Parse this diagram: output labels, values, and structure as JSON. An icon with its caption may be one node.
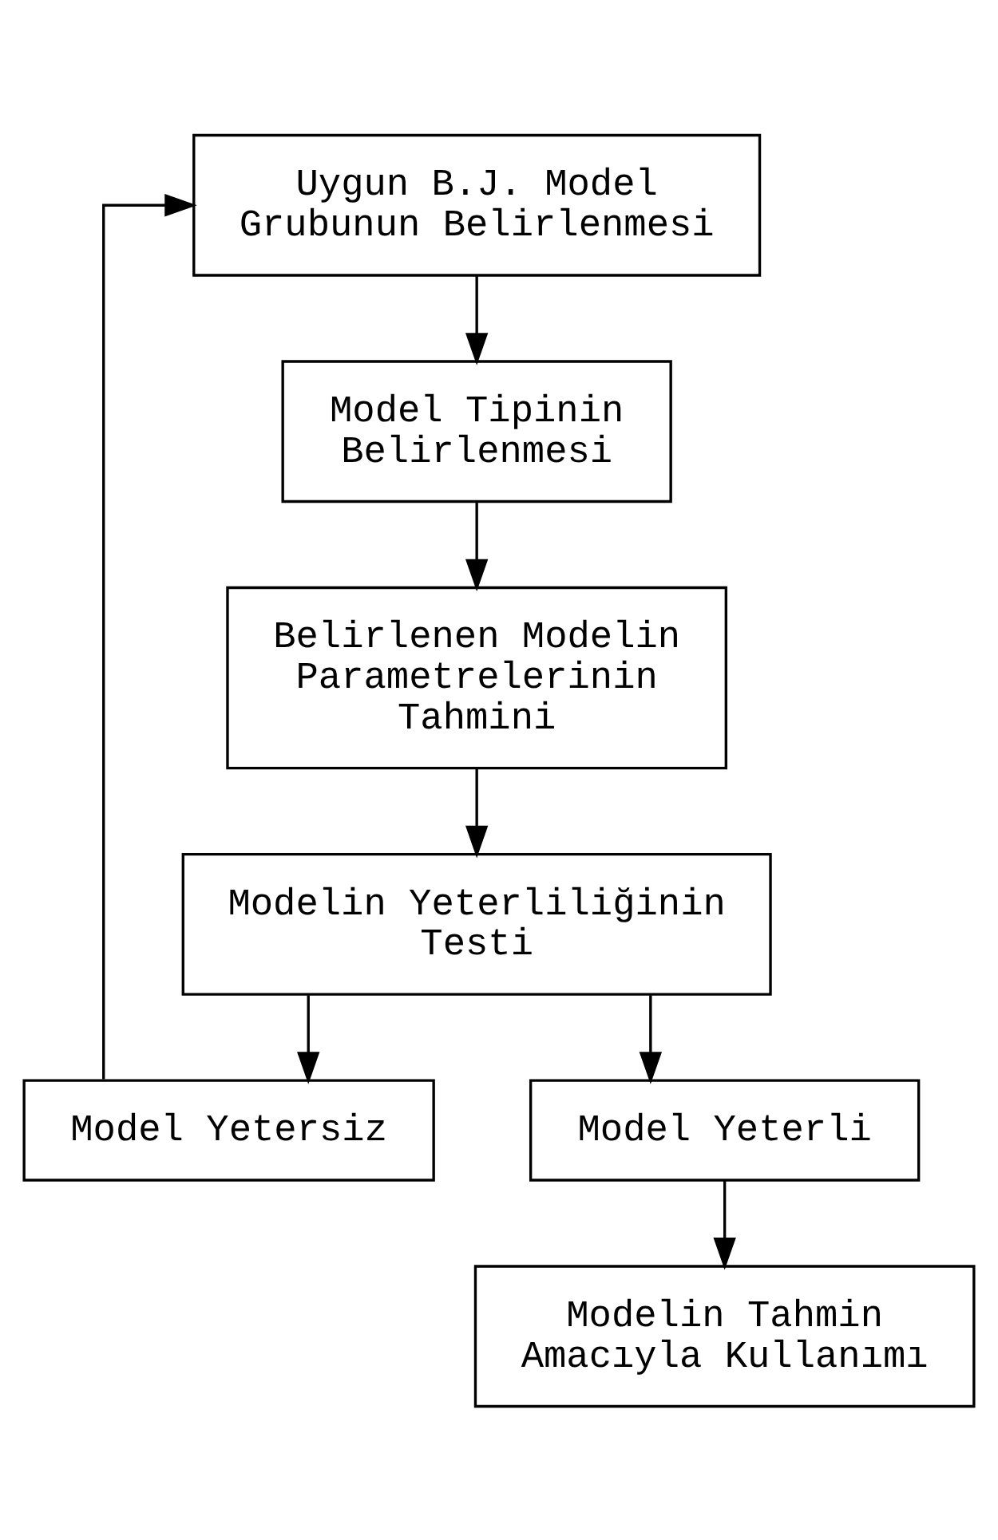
{
  "diagram": {
    "nodes": [
      {
        "text": [
          "Uygun B.J. Model Grubunun Belirlenmesi"
        ]
      },
      {
        "text": [
          "Model Tipinin Belirlenmesi"
        ]
      },
      {
        "text": [
          "Belirlenen Modelin Parametrelerinin Tahmini"
        ]
      },
      {
        "text": [
          "Modelin Yeterliliğinin Testi"
        ]
      },
      {
        "text": [
          "Model Yetersiz"
        ]
      },
      {
        "text": [
          "Model Yeterli"
        ]
      },
      {
        "text": [
          "Modelin Tahmin Amacıyla Kullanımı"
        ]
      }
    ],
    "edges": [
      {
        "from": 0,
        "to": 1,
        "arrow": "to"
      },
      {
        "from": 1,
        "to": 2,
        "arrow": "to"
      },
      {
        "from": 2,
        "to": 3,
        "arrow": "to"
      },
      {
        "from": 3,
        "to": 4,
        "arrow": "to"
      },
      {
        "from": 3,
        "to": 5,
        "arrow": "to"
      },
      {
        "from": 5,
        "to": 6,
        "arrow": "to"
      },
      {
        "from": 4,
        "to": 0,
        "arrow": "to"
      }
    ]
  }
}
